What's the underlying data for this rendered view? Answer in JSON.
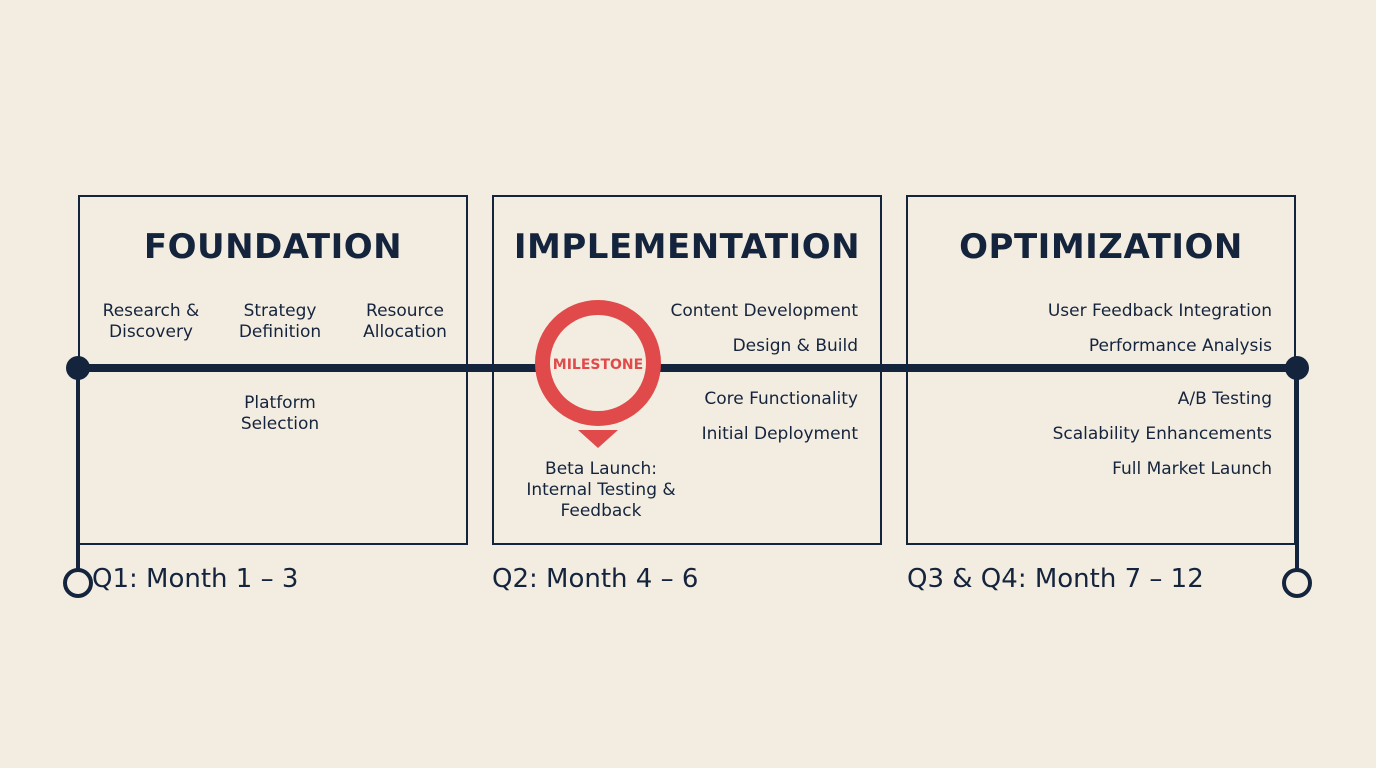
{
  "colors": {
    "background": "#f3ede1",
    "navy": "#15243d",
    "milestone_red": "#e04a4a"
  },
  "phases": [
    {
      "title": "FOUNDATION",
      "tasks": [
        "Research &\nDiscovery",
        "Strategy\nDefinition",
        "Resource\nAllocation",
        "Platform\nSelection"
      ]
    },
    {
      "title": "IMPLEMENTATION",
      "tasks": [
        "Content Development",
        "Design & Build",
        "Core Functionality",
        "Initial Deployment"
      ]
    },
    {
      "title": "OPTIMIZATION",
      "tasks": [
        "User Feedback Integration",
        "Performance Analysis",
        "A/B Testing",
        "Scalability Enhancements",
        "Full Market Launch"
      ]
    }
  ],
  "milestone": {
    "label": "MILESTONE",
    "caption": "Beta Launch:\nInternal Testing &\nFeedback",
    "icon": "map-pin-icon"
  },
  "quarters": [
    "Q1: Month 1 – 3",
    "Q2: Month 4 – 6",
    "Q3 & Q4: Month 7 – 12"
  ]
}
